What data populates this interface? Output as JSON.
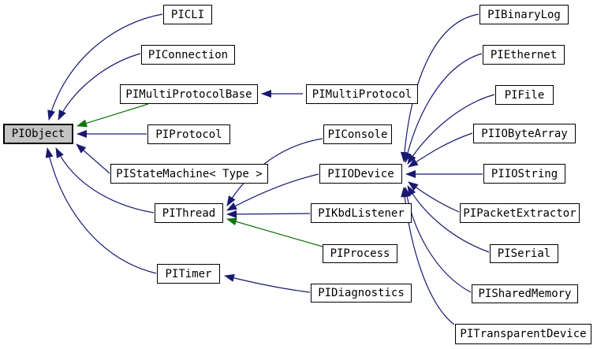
{
  "diagram": {
    "kind": "class-inheritance-graph",
    "root_class": "PIObject",
    "colors": {
      "public_inheritance_edge": "#191970",
      "protected_inheritance_edge": "#0e750e",
      "node_fill": "#ffffff",
      "root_node_fill": "#c3c3c3",
      "node_border": "#000000"
    }
  },
  "nodes": [
    {
      "label": "PIObject",
      "highlighted": true
    },
    {
      "label": "PICLI"
    },
    {
      "label": "PIConnection"
    },
    {
      "label": "PIMultiProtocolBase"
    },
    {
      "label": "PIProtocol"
    },
    {
      "label": "PIStateMachine< Type >"
    },
    {
      "label": "PIThread"
    },
    {
      "label": "PITimer"
    },
    {
      "label": "PIMultiProtocol"
    },
    {
      "label": "PIConsole"
    },
    {
      "label": "PIIODevice"
    },
    {
      "label": "PIKbdListener"
    },
    {
      "label": "PIProcess"
    },
    {
      "label": "PIDiagnostics"
    },
    {
      "label": "PIBinaryLog"
    },
    {
      "label": "PIEthernet"
    },
    {
      "label": "PIFile"
    },
    {
      "label": "PIIOByteArray"
    },
    {
      "label": "PIIOString"
    },
    {
      "label": "PIPacketExtractor"
    },
    {
      "label": "PISerial"
    },
    {
      "label": "PISharedMemory"
    },
    {
      "label": "PITransparentDevice"
    }
  ],
  "edges": [
    {
      "from": "PICLI",
      "to": "PIObject",
      "access": "public"
    },
    {
      "from": "PIConnection",
      "to": "PIObject",
      "access": "public"
    },
    {
      "from": "PIMultiProtocolBase",
      "to": "PIObject",
      "access": "protected"
    },
    {
      "from": "PIProtocol",
      "to": "PIObject",
      "access": "public"
    },
    {
      "from": "PIStateMachine< Type >",
      "to": "PIObject",
      "access": "public"
    },
    {
      "from": "PIThread",
      "to": "PIObject",
      "access": "public"
    },
    {
      "from": "PITimer",
      "to": "PIObject",
      "access": "public"
    },
    {
      "from": "PIMultiProtocol",
      "to": "PIMultiProtocolBase",
      "access": "public"
    },
    {
      "from": "PIConsole",
      "to": "PIThread",
      "access": "public"
    },
    {
      "from": "PIIODevice",
      "to": "PIThread",
      "access": "public"
    },
    {
      "from": "PIKbdListener",
      "to": "PIThread",
      "access": "public"
    },
    {
      "from": "PIProcess",
      "to": "PIThread",
      "access": "protected"
    },
    {
      "from": "PIDiagnostics",
      "to": "PITimer",
      "access": "public"
    },
    {
      "from": "PIBinaryLog",
      "to": "PIIODevice",
      "access": "public"
    },
    {
      "from": "PIEthernet",
      "to": "PIIODevice",
      "access": "public"
    },
    {
      "from": "PIFile",
      "to": "PIIODevice",
      "access": "public"
    },
    {
      "from": "PIIOByteArray",
      "to": "PIIODevice",
      "access": "public"
    },
    {
      "from": "PIIOString",
      "to": "PIIODevice",
      "access": "public"
    },
    {
      "from": "PIPacketExtractor",
      "to": "PIIODevice",
      "access": "public"
    },
    {
      "from": "PISerial",
      "to": "PIIODevice",
      "access": "public"
    },
    {
      "from": "PISharedMemory",
      "to": "PIIODevice",
      "access": "public"
    },
    {
      "from": "PITransparentDevice",
      "to": "PIIODevice",
      "access": "public"
    }
  ]
}
